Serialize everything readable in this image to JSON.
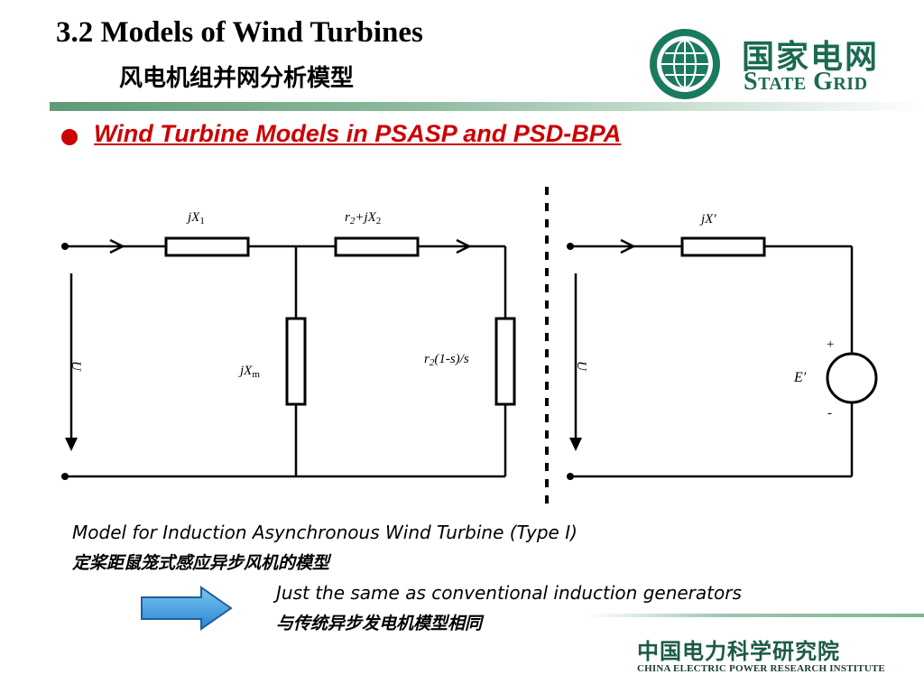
{
  "header": {
    "title_en": "3.2  Models of Wind Turbines",
    "title_zh": "风电机组并网分析模型"
  },
  "logo": {
    "name_zh": "国家电网",
    "name_en": "State Grid",
    "emblem_icon": "state-grid-globe-emblem"
  },
  "section": {
    "subtitle": "Wind Turbine Models in PSASP and PSD-BPA",
    "bullet_color": "#cc0000"
  },
  "circuit_left": {
    "jx1": "jX",
    "jx1_sub": "1",
    "r2jx2": "r",
    "r2jx2_sub": "2",
    "r2jx2_rest": "+jX",
    "r2jx2_sub2": "2",
    "jxm": "jX",
    "jxm_sub": "m",
    "r2s_a": "r",
    "r2s_sub": "2",
    "r2s_b": "(1-s)/s",
    "voltage": "U"
  },
  "circuit_right": {
    "jx_prime": "jX′",
    "e_prime": "E′",
    "plus": "+",
    "minus": "-",
    "voltage": "U"
  },
  "captions": {
    "model_en": "Model for Induction Asynchronous Wind Turbine  (Type I)",
    "model_zh": "定桨距鼠笼式感应异步风机的模型",
    "note_en": "Just the same as conventional induction generators",
    "note_zh": "与传统异步发电机模型相同"
  },
  "footer": {
    "org_zh": "中国电力科学研究院",
    "org_en": "CHINA ELECTRIC POWER RESEARCH INSTITUTE"
  },
  "colors": {
    "brand_green": "#1a6a52",
    "accent_red": "#cc0000",
    "arrow_blue": "#3a9be0"
  }
}
